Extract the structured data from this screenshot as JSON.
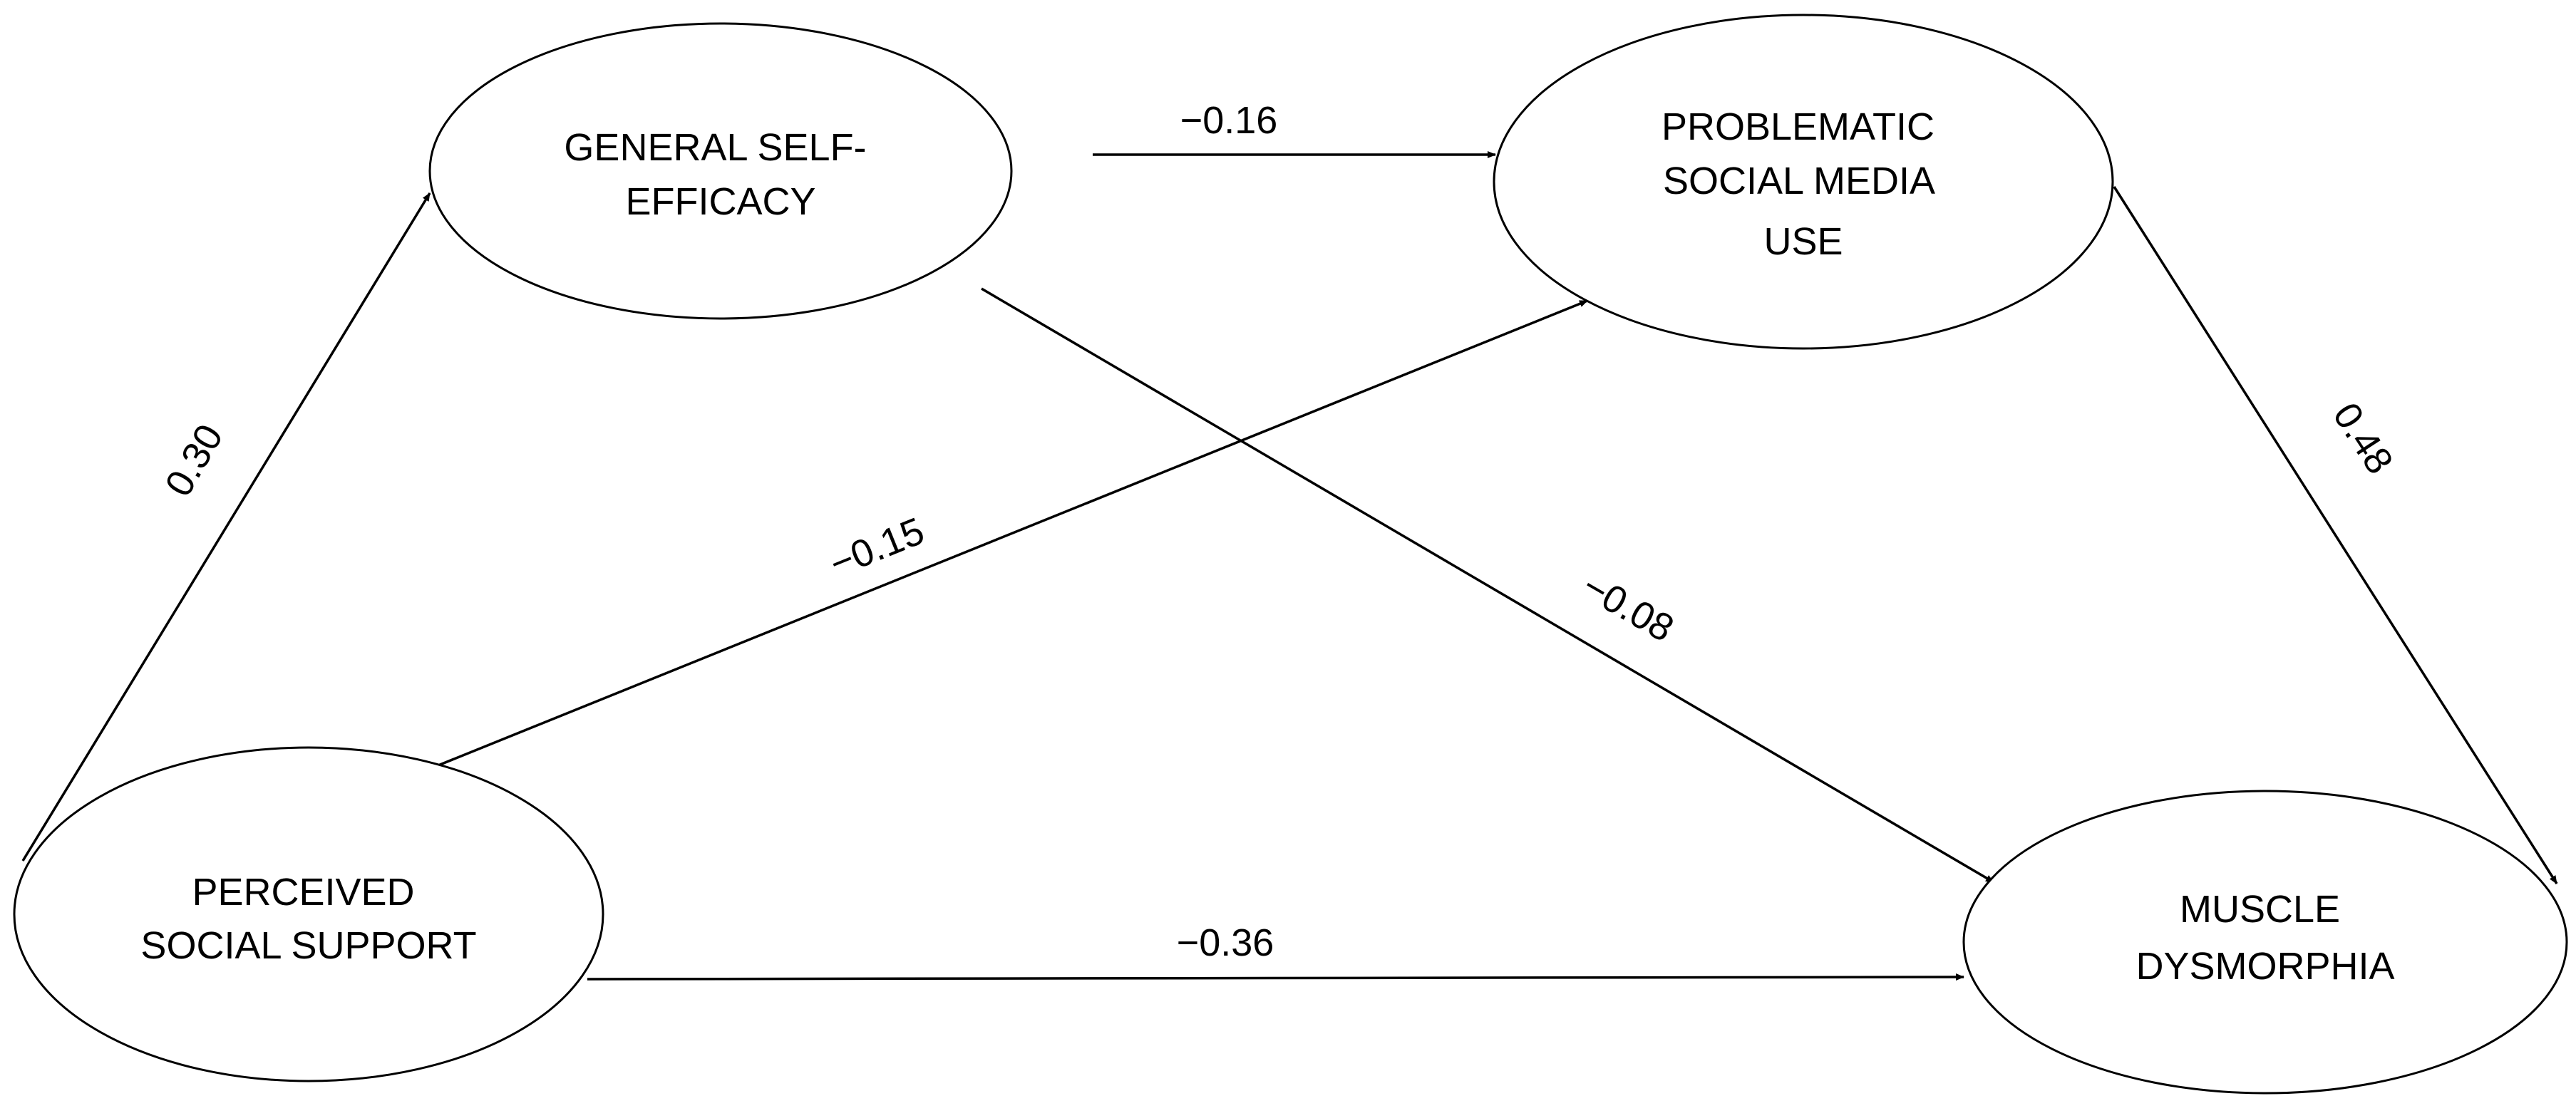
{
  "diagram": {
    "type": "path-model",
    "nodes": {
      "perceived_social_support": {
        "lines": [
          "PERCEIVED",
          "SOCIAL SUPPORT"
        ]
      },
      "general_self_efficacy": {
        "lines": [
          "GENERAL SELF-",
          "EFFICACY"
        ]
      },
      "problematic_social_media_use": {
        "lines": [
          "PROBLEMATIC",
          "SOCIAL MEDIA",
          "USE"
        ]
      },
      "muscle_dysmorphia": {
        "lines": [
          "MUSCLE",
          "DYSMORPHIA"
        ]
      }
    },
    "edges": {
      "pss_to_gse": {
        "from": "PERCEIVED SOCIAL SUPPORT",
        "to": "GENERAL SELF-EFFICACY",
        "coefficient": "0.30"
      },
      "gse_to_psmu": {
        "from": "GENERAL SELF-EFFICACY",
        "to": "PROBLEMATIC SOCIAL MEDIA USE",
        "coefficient": "−0.16"
      },
      "pss_to_psmu": {
        "from": "PERCEIVED SOCIAL SUPPORT",
        "to": "PROBLEMATIC SOCIAL MEDIA USE",
        "coefficient": "−0.15"
      },
      "gse_to_md": {
        "from": "GENERAL SELF-EFFICACY",
        "to": "MUSCLE DYSMORPHIA",
        "coefficient": "−0.08"
      },
      "psmu_to_md": {
        "from": "PROBLEMATIC SOCIAL MEDIA USE",
        "to": "MUSCLE DYSMORPHIA",
        "coefficient": "0.48"
      },
      "pss_to_md": {
        "from": "PERCEIVED SOCIAL SUPPORT",
        "to": "MUSCLE DYSMORPHIA",
        "coefficient": "−0.36"
      }
    }
  }
}
